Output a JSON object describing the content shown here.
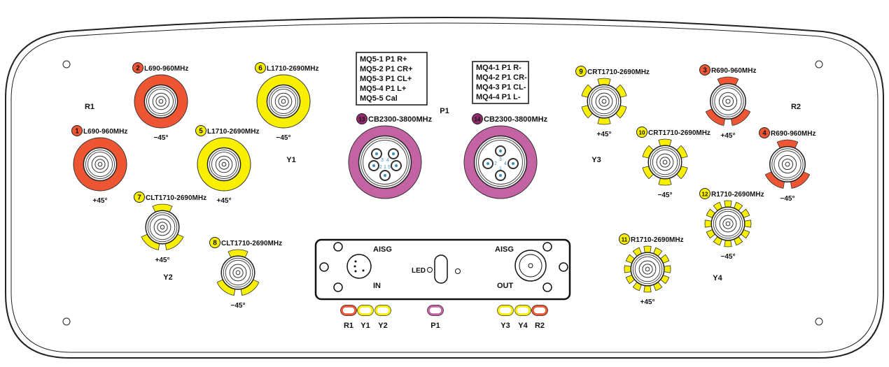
{
  "colors": {
    "red": "#ee5533",
    "yellow": "#f8f000",
    "pink": "#c463a4",
    "line": "#222222"
  },
  "groups": [
    {
      "id": "R1",
      "label": "R1"
    },
    {
      "id": "Y1",
      "label": "Y1"
    },
    {
      "id": "Y2",
      "label": "Y2"
    },
    {
      "id": "P1",
      "label": "P1"
    },
    {
      "id": "Y3",
      "label": "Y3"
    },
    {
      "id": "R2",
      "label": "R2"
    },
    {
      "id": "Y4",
      "label": "Y4"
    }
  ],
  "connectors": [
    {
      "num": "1",
      "band": "L690-960MHz",
      "pol": "+45°",
      "color": "red",
      "ring": "full"
    },
    {
      "num": "2",
      "band": "L690-960MHz",
      "pol": "−45°",
      "color": "red",
      "ring": "full"
    },
    {
      "num": "5",
      "band": "L1710-2690MHz",
      "pol": "+45°",
      "color": "yellow",
      "ring": "full"
    },
    {
      "num": "6",
      "band": "L1710-2690MHz",
      "pol": "−45°",
      "color": "yellow",
      "ring": "full"
    },
    {
      "num": "7",
      "band": "CLT1710-2690MHz",
      "pol": "+45°",
      "color": "yellow",
      "ring": "3-segment"
    },
    {
      "num": "8",
      "band": "CLT1710-2690MHz",
      "pol": "−45°",
      "color": "yellow",
      "ring": "3-segment"
    },
    {
      "num": "13",
      "band": "CB2300-3800MHz",
      "pol": "",
      "color": "pink",
      "ring": "full"
    },
    {
      "num": "14",
      "band": "CB2300-3800MHz",
      "pol": "",
      "color": "pink",
      "ring": "full"
    },
    {
      "num": "9",
      "band": "CRT1710-2690MHz",
      "pol": "+45°",
      "color": "yellow",
      "ring": "6-segment"
    },
    {
      "num": "10",
      "band": "CRT1710-2690MHz",
      "pol": "−45°",
      "color": "yellow",
      "ring": "6-segment"
    },
    {
      "num": "3",
      "band": "R690-960MHz",
      "pol": "+45°",
      "color": "red",
      "ring": "3-segment"
    },
    {
      "num": "4",
      "band": "R690-960MHz",
      "pol": "−45°",
      "color": "red",
      "ring": "3-segment"
    },
    {
      "num": "12",
      "band": "R1710-2690MHz",
      "pol": "−45°",
      "color": "yellow",
      "ring": "12-segment"
    },
    {
      "num": "11",
      "band": "R1710-2690MHz",
      "pol": "+45°",
      "color": "yellow",
      "ring": "12-segment"
    }
  ],
  "mq5_box": [
    "MQ5-1 P1 R+",
    "MQ5-2 P1 CR+",
    "MQ5-3 P1 CL+",
    "MQ5-4 P1 L+",
    "MQ5-5 Cal"
  ],
  "mq4_box": [
    "MQ4-1 P1 R-",
    "MQ4-2 P1 CR-",
    "MQ4-3 P1 CL-",
    "MQ4-4 P1 L-"
  ],
  "pin_labels_13": [
    "3",
    "4",
    "2",
    "1",
    "5"
  ],
  "pin_labels_14": [
    "3",
    "2",
    "4",
    "1"
  ],
  "aisg": {
    "in_title": "AISG",
    "in_label": "IN",
    "out_title": "AISG",
    "out_label": "OUT",
    "led_label": "LED"
  },
  "legend": [
    {
      "label": "R1",
      "color": "red"
    },
    {
      "label": "Y1",
      "color": "yellow"
    },
    {
      "label": "Y2",
      "color": "yellow"
    },
    {
      "label": "P1",
      "color": "pink"
    },
    {
      "label": "Y3",
      "color": "yellow"
    },
    {
      "label": "Y4",
      "color": "yellow"
    },
    {
      "label": "R2",
      "color": "red"
    }
  ]
}
